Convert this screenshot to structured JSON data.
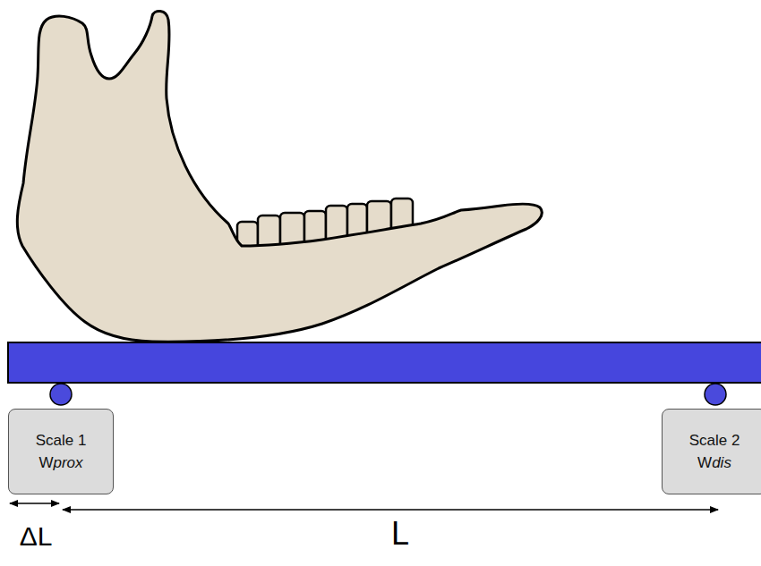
{
  "diagram": {
    "nodes": [
      {
        "text": [
          "Scale 1",
          "Wprox"
        ]
      },
      {
        "text": [
          "Scale 2",
          "Wdis"
        ]
      }
    ],
    "labels": [
      "ΔL",
      "L"
    ]
  }
}
